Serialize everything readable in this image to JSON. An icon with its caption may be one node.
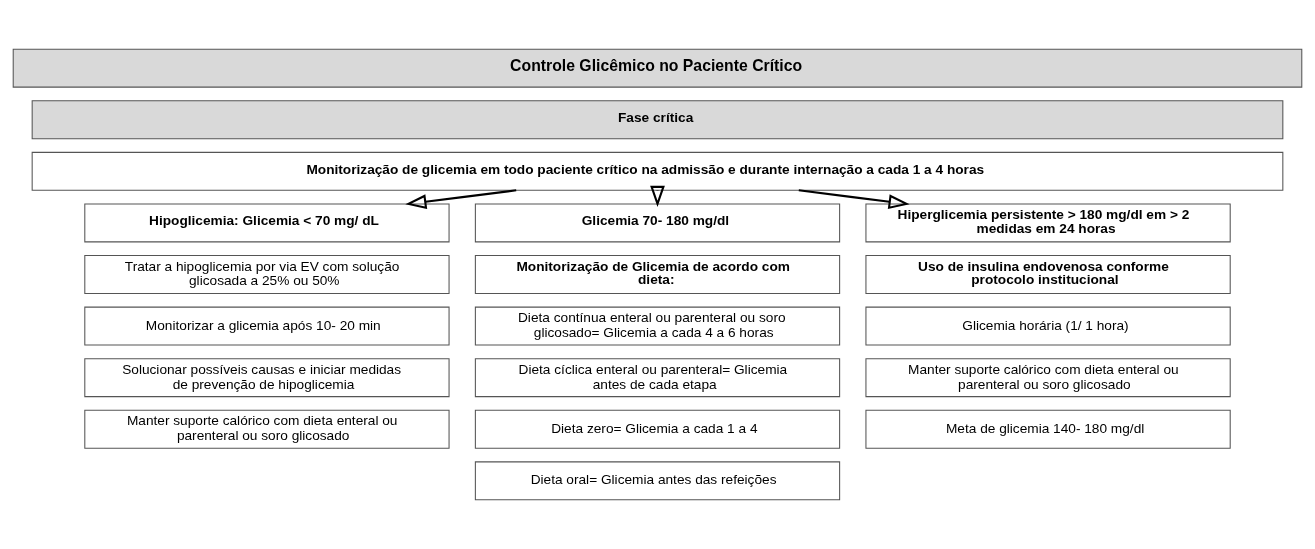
{
  "diagram": {
    "nodes": [
      {
        "text": [
          "Controle Glicêmico no Paciente Crítico"
        ]
      },
      {
        "text": [
          "Fase crítica"
        ]
      },
      {
        "text": [
          "Monitorização de glicemia em todo paciente crítico na admissão e durante internação a cada 1 a 4 horas"
        ]
      },
      {
        "text": [
          "Hipoglicemia: Glicemia < 70 mg/ dL"
        ]
      },
      {
        "text": [
          "Tratar a hipoglicemia por via EV com solução glicosada a 25% ou 50%"
        ]
      },
      {
        "text": [
          "Monitorizar a glicemia após 10- 20 min"
        ]
      },
      {
        "text": [
          "Solucionar possíveis causas e iniciar medidas de prevenção de hipoglicemia"
        ]
      },
      {
        "text": [
          "Manter suporte calórico com dieta enteral ou parenteral ou soro glicosado"
        ]
      },
      {
        "text": [
          "Glicemia 70- 180 mg/dl"
        ]
      },
      {
        "text": [
          "Monitorização de Glicemia de acordo com dieta:"
        ]
      },
      {
        "text": [
          "Dieta contínua enteral ou parenteral ou soro glicosado= Glicemia a cada 4 a 6 horas"
        ]
      },
      {
        "text": [
          "Dieta cíclica enteral ou parenteral= Glicemia antes de cada etapa"
        ]
      },
      {
        "text": [
          "Dieta zero= Glicemia a cada 1 a 4"
        ]
      },
      {
        "text": [
          "Dieta oral= Glicemia antes das refeições"
        ]
      },
      {
        "text": [
          "Hiperglicemia persistente > 180 mg/dl em > 2 medidas em 24 horas"
        ]
      },
      {
        "text": [
          "Uso de insulina endovenosa conforme protocolo institucional"
        ]
      },
      {
        "text": [
          "Glicemia horária (1/ 1 hora)"
        ]
      },
      {
        "text": [
          "Manter suporte calórico com dieta enteral ou parenteral ou soro glicosado"
        ]
      },
      {
        "text": [
          "Meta de glicemia 140- 180 mg/dl"
        ]
      }
    ],
    "edges": [
      {
        "from": 2,
        "to": 3,
        "arrow": "to"
      },
      {
        "from": 2,
        "to": 8,
        "arrow": "to"
      },
      {
        "from": 2,
        "to": 14,
        "arrow": "to"
      }
    ]
  }
}
